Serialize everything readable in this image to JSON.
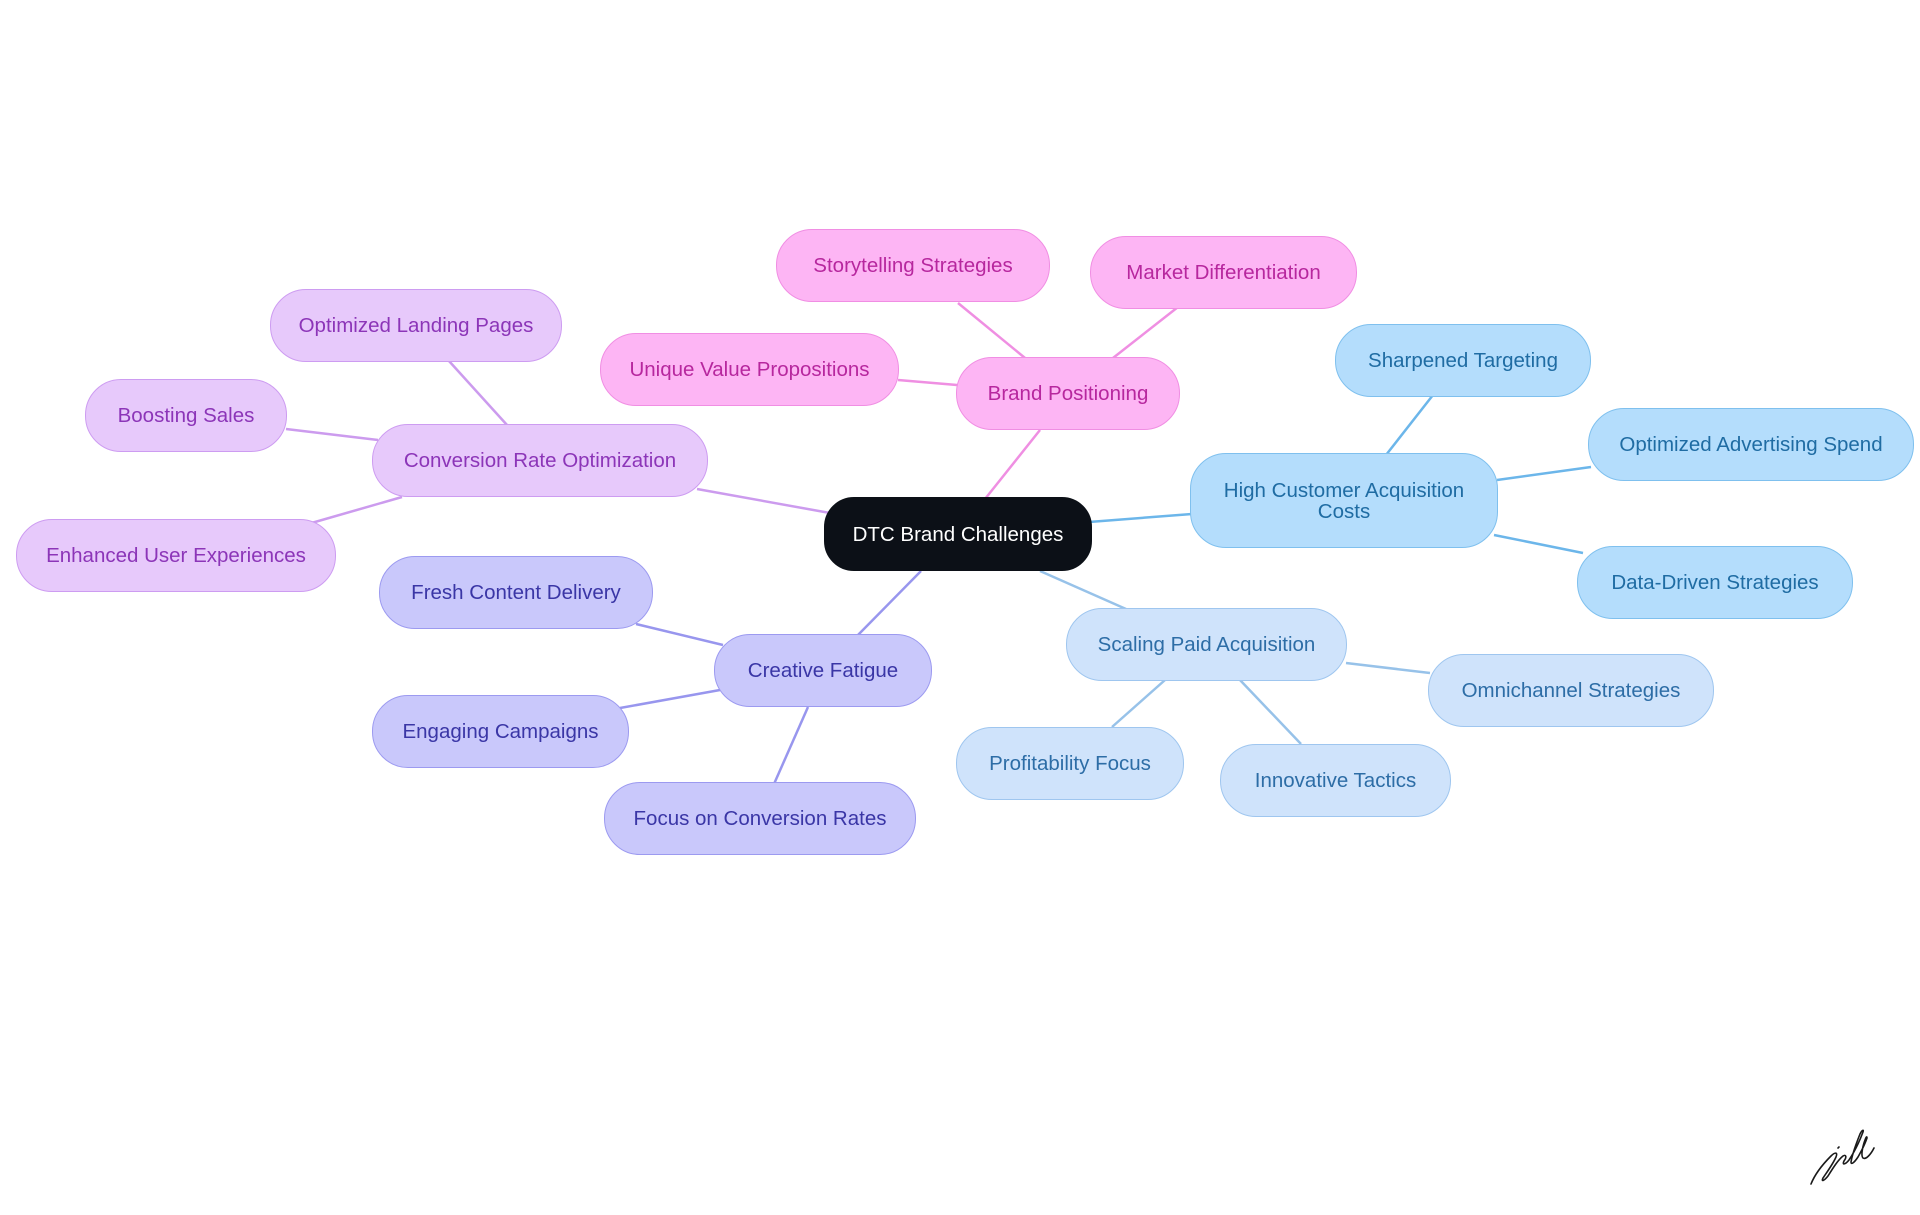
{
  "mindmap": {
    "root": "DTC Brand Challenges",
    "branches": [
      {
        "label": "Brand Positioning",
        "color": "#fdb5f4",
        "children": [
          "Storytelling Strategies",
          "Market Differentiation",
          "Unique Value Propositions"
        ]
      },
      {
        "label": "Conversion Rate Optimization",
        "color": "#e7c9fb",
        "children": [
          "Optimized Landing Pages",
          "Boosting Sales",
          "Enhanced User Experiences"
        ]
      },
      {
        "label": "Creative Fatigue",
        "color": "#c9c8fb",
        "children": [
          "Fresh Content Delivery",
          "Engaging Campaigns",
          "Focus on Conversion Rates"
        ]
      },
      {
        "label": "High Customer Acquisition Costs",
        "color": "#b4ddfc",
        "children": [
          "Sharpened Targeting",
          "Optimized Advertising Spend",
          "Data-Driven Strategies"
        ]
      },
      {
        "label": "Scaling Paid Acquisition",
        "color": "#cfe3fb",
        "children": [
          "Omnichannel Strategies",
          "Profitability Focus",
          "Innovative Tactics"
        ]
      }
    ]
  },
  "colors": {
    "root_fill": "#0c1017",
    "pink_edge": "#ef8fe2",
    "lilac_edge": "#cc9bee",
    "indigo_edge": "#9896ee",
    "sky_edge": "#6cb6ea",
    "pale_edge": "#97c2e9"
  },
  "signature_icon": "handwritten-signature-icon"
}
